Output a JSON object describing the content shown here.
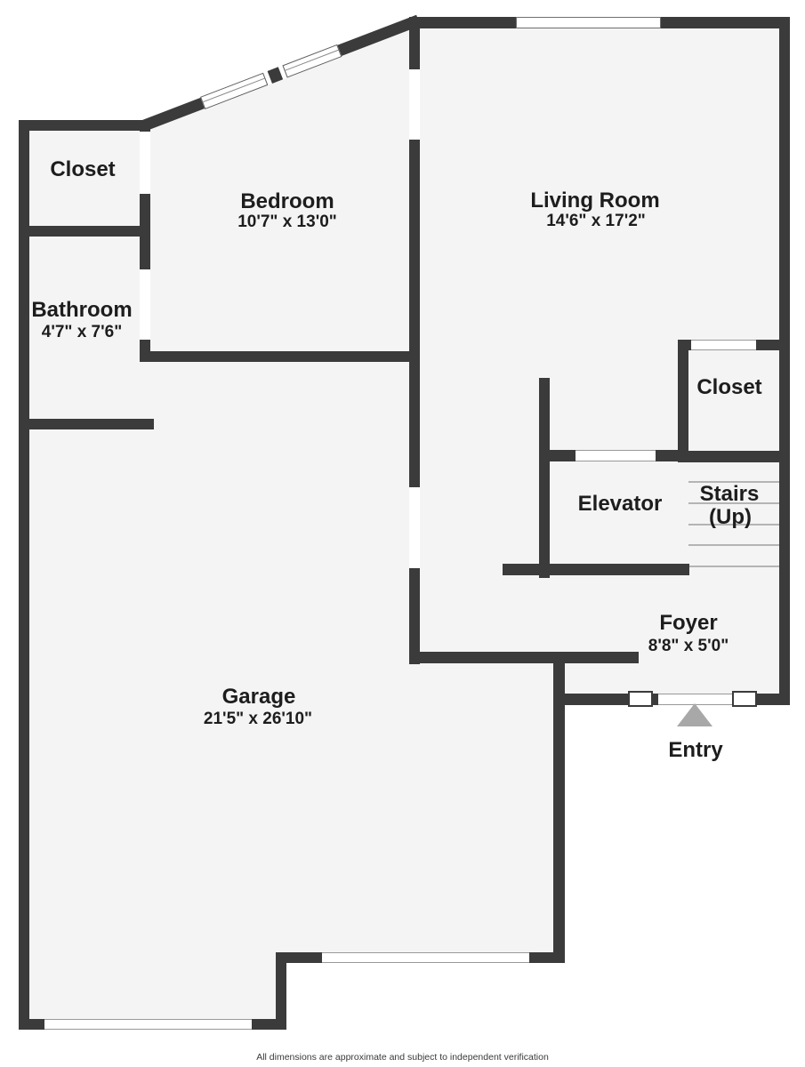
{
  "plan": {
    "rooms": [
      {
        "id": "closet-top-left",
        "name": "Closet",
        "dims": ""
      },
      {
        "id": "bedroom",
        "name": "Bedroom",
        "dims": "10'7\" x 13'0\""
      },
      {
        "id": "living-room",
        "name": "Living Room",
        "dims": "14'6\" x 17'2\""
      },
      {
        "id": "bathroom",
        "name": "Bathroom",
        "dims": "4'7\" x 7'6\""
      },
      {
        "id": "closet-right",
        "name": "Closet",
        "dims": ""
      },
      {
        "id": "elevator",
        "name": "Elevator",
        "dims": ""
      },
      {
        "id": "stairs",
        "name": "Stairs",
        "dims": "(Up)"
      },
      {
        "id": "foyer",
        "name": "Foyer",
        "dims": "8'8\" x 5'0\""
      },
      {
        "id": "garage",
        "name": "Garage",
        "dims": "21'5\" x 26'10\""
      }
    ],
    "entry_label": "Entry",
    "footer": "All dimensions are approximate and subject to independent verification",
    "colors": {
      "wall": "#3b3b3b",
      "floor": "#f4f4f4",
      "stair_line": "#b4b4b4",
      "entry_arrow": "#a8a8a8",
      "text": "#1d1d1d"
    }
  }
}
